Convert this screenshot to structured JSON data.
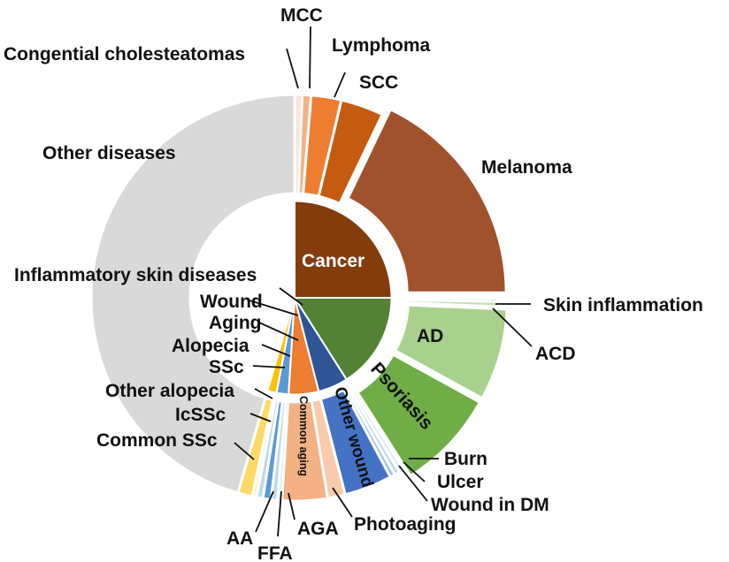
{
  "chart_data": {
    "type": "pie",
    "variant": "sunburst",
    "title": "",
    "colors": {
      "cancer": "#843C0C",
      "inflammatory": "#548235",
      "wound": "#2F5597",
      "aging": "#ED7D31",
      "alopecia": "#5B9BD5",
      "ssc": "#FFC000",
      "other": "#D9D9D9"
    },
    "inner_ring": [
      {
        "id": "cancer",
        "label": "Cancer",
        "value": 25.0
      },
      {
        "id": "inflammatory",
        "label": "Inflammatory skin diseases",
        "value": 16.0
      },
      {
        "id": "wound",
        "label": "Wound",
        "value": 5.0
      },
      {
        "id": "aging",
        "label": "Aging",
        "value": 5.0
      },
      {
        "id": "alopecia",
        "label": "Alopecia",
        "value": 2.0
      },
      {
        "id": "ssc",
        "label": "SSc",
        "value": 1.5
      },
      {
        "id": "other",
        "label": "Other diseases",
        "value": 45.5
      }
    ],
    "outer_ring": [
      {
        "label": "Congential cholesteatomas",
        "parent": "cancer",
        "value": 0.6,
        "color": "#FBE5D6"
      },
      {
        "label": "MCC",
        "parent": "cancer",
        "value": 0.7,
        "color": "#F4B183"
      },
      {
        "label": "Lymphoma",
        "parent": "cancer",
        "value": 2.4,
        "color": "#ED7D31"
      },
      {
        "label": "SCC",
        "parent": "cancer",
        "value": 3.4,
        "color": "#C55A11"
      },
      {
        "label": "Melanoma",
        "parent": "cancer",
        "value": 17.9,
        "color": "#A0522D"
      },
      {
        "label": "Skin inflammation",
        "parent": "inflammatory",
        "value": 0.3,
        "color": "#E2F0D9"
      },
      {
        "label": "ACD",
        "parent": "inflammatory",
        "value": 0.4,
        "color": "#C5E0B4"
      },
      {
        "label": "AD",
        "parent": "inflammatory",
        "value": 7.3,
        "color": "#A9D18E"
      },
      {
        "label": "Psoriasis",
        "parent": "inflammatory",
        "value": 8.0,
        "color": "#70AD47"
      },
      {
        "label": "Burn",
        "parent": "wound",
        "value": 0.4,
        "color": "#DEEBF7"
      },
      {
        "label": "Ulcer",
        "parent": "wound",
        "value": 0.4,
        "color": "#BDD7EE"
      },
      {
        "label": "Wound in DM",
        "parent": "wound",
        "value": 0.4,
        "color": "#9DC3E6"
      },
      {
        "label": "Other wound",
        "parent": "wound",
        "value": 3.8,
        "color": "#4472C4"
      },
      {
        "label": "Photoaging",
        "parent": "aging",
        "value": 1.4,
        "color": "#F8CBAD"
      },
      {
        "label": "Common aging",
        "parent": "aging",
        "value": 3.6,
        "color": "#F4B183"
      },
      {
        "label": "AGA",
        "parent": "alopecia",
        "value": 0.35,
        "color": "#DEEBF7"
      },
      {
        "label": "FFA",
        "parent": "alopecia",
        "value": 0.5,
        "color": "#BDD7EE"
      },
      {
        "label": "AA",
        "parent": "alopecia",
        "value": 0.65,
        "color": "#5B9BD5"
      },
      {
        "label": "Other alopecia",
        "parent": "alopecia",
        "value": 0.5,
        "color": "#BDD7EE"
      },
      {
        "label": "IcSSc",
        "parent": "ssc",
        "value": 0.35,
        "color": "#FFF2CC"
      },
      {
        "label": "Common SSc",
        "parent": "ssc",
        "value": 1.15,
        "color": "#FFD966"
      },
      {
        "label": "",
        "parent": "other",
        "value": 45.5,
        "color": "#D9D9D9"
      }
    ]
  }
}
